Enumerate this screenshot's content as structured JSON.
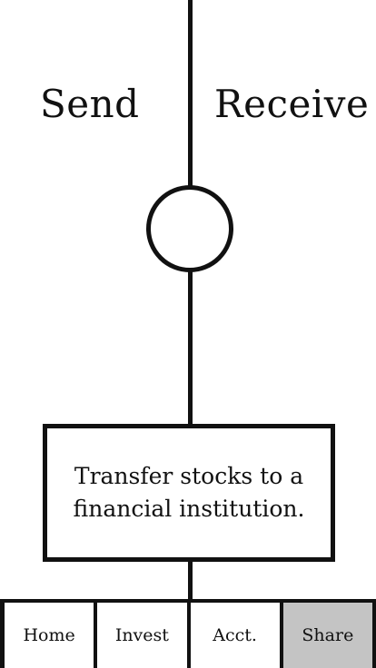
{
  "actions": {
    "send_label": "Send",
    "receive_label": "Receive"
  },
  "info": {
    "text": "Transfer stocks to a financial institution."
  },
  "tabs": [
    {
      "label": "Home",
      "active": false
    },
    {
      "label": "Invest",
      "active": false
    },
    {
      "label": "Acct.",
      "active": false
    },
    {
      "label": "Share",
      "active": true
    }
  ],
  "colors": {
    "line": "#111111",
    "background": "#ffffff",
    "active_tab": "#c4c4c4"
  }
}
